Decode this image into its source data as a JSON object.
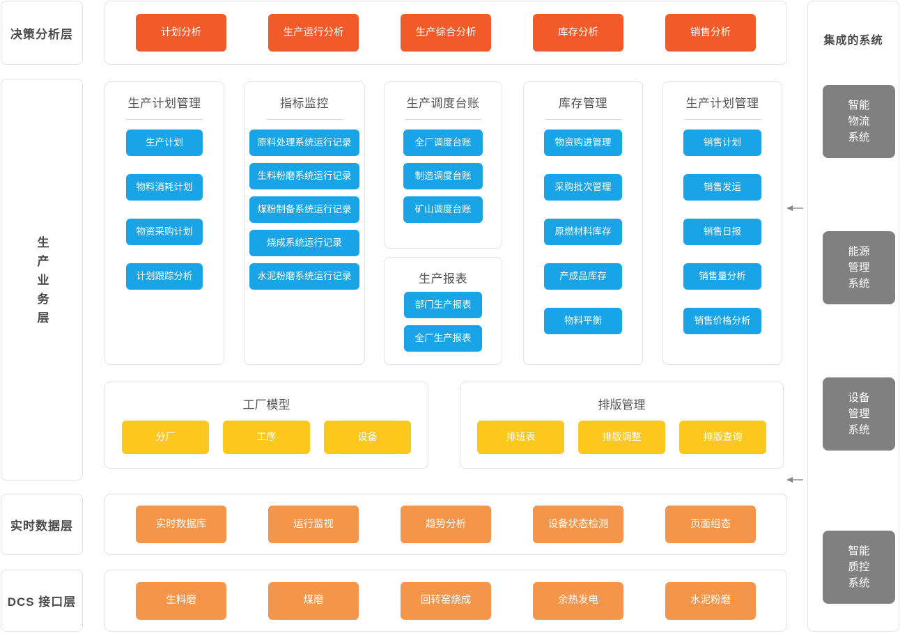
{
  "colors": {
    "orange_strong": "#f15a29",
    "orange_light": "#f3954a",
    "blue": "#19a4e8",
    "yellow": "#fbc81b",
    "grey": "#808080",
    "card_border": "#e3e3e3",
    "title_text": "#555555"
  },
  "layers": {
    "decision": "决策分析层",
    "business": "生产业务层",
    "realtime": "实时数据层",
    "dcs": "DCS 接口层"
  },
  "decision_buttons": [
    "计划分析",
    "生产运行分析",
    "生产综合分析",
    "库存分析",
    "销售分析"
  ],
  "modules": [
    {
      "title": "生产计划管理",
      "items": [
        "生产计划",
        "物料消耗计划",
        "物资采购计划",
        "计划跟踪分析"
      ]
    },
    {
      "title": "指标监控",
      "items": [
        "原料处理系统运行记录",
        "生料粉磨系统运行记录",
        "煤粉制备系统运行记录",
        "烧成系统运行记录",
        "水泥粉磨系统运行记录"
      ]
    },
    {
      "title": "生产调度台账",
      "items": [
        "全厂调度台账",
        "制造调度台账",
        "矿山调度台账"
      ]
    },
    {
      "title": "库存管理",
      "items": [
        "物资购进管理",
        "采购批次管理",
        "原燃材料库存",
        "产成品库存",
        "物料平衡"
      ]
    },
    {
      "title": "生产计划管理",
      "items": [
        "销售计划",
        "销售发运",
        "销售日报",
        "销售量分析",
        "销售价格分析"
      ]
    }
  ],
  "report_module": {
    "title": "生产报表",
    "items": [
      "部门生产报表",
      "全厂生产报表"
    ]
  },
  "groups": [
    {
      "title": "工厂模型",
      "items": [
        "分厂",
        "工序",
        "设备"
      ]
    },
    {
      "title": "排版管理",
      "items": [
        "排班表",
        "排版调整",
        "排版查询"
      ]
    }
  ],
  "realtime_buttons": [
    "实时数据库",
    "运行监视",
    "趋势分析",
    "设备状态检测",
    "页面组态"
  ],
  "dcs_buttons": [
    "生料磨",
    "煤磨",
    "回转窑烧成",
    "余热发电",
    "水泥粉磨"
  ],
  "integrated": {
    "title": "集成的系统",
    "systems": [
      "智能\n物流\n系统",
      "能源\n管理\n系统",
      "设备\n管理\n系统",
      "智能\n质控\n系统"
    ]
  }
}
